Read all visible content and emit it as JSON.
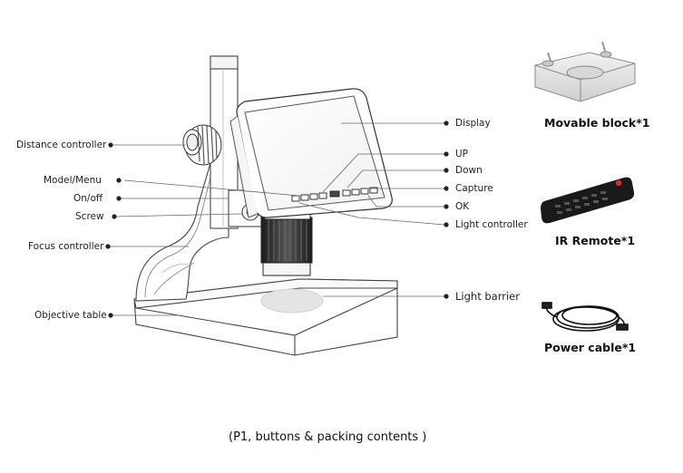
{
  "figure": {
    "caption": "(P1, buttons & packing contents )"
  },
  "callouts_left": [
    {
      "id": "distance",
      "label": "Distance controller"
    },
    {
      "id": "model",
      "label": "Model/Menu"
    },
    {
      "id": "onoff",
      "label": "On/off"
    },
    {
      "id": "screw",
      "label": "Screw"
    },
    {
      "id": "focus",
      "label": "Focus controller"
    },
    {
      "id": "objective",
      "label": "Objective table"
    }
  ],
  "callouts_right": [
    {
      "id": "display",
      "label": "Display"
    },
    {
      "id": "up",
      "label": "UP"
    },
    {
      "id": "down",
      "label": "Down"
    },
    {
      "id": "capture",
      "label": "Capture"
    },
    {
      "id": "ok",
      "label": "OK"
    },
    {
      "id": "light",
      "label": "Light controller"
    },
    {
      "id": "barrier",
      "label": "Light barrier"
    }
  ],
  "accessories": [
    {
      "id": "block",
      "label": "Movable block*1"
    },
    {
      "id": "remote",
      "label": "IR Remote*1"
    },
    {
      "id": "cable",
      "label": "Power cable*1"
    }
  ],
  "colors": {
    "line": "#555555",
    "dot": "#222222",
    "device_body": "#ffffff",
    "lens_dark": "#2a2a2a",
    "light_spot": "#e6e6e6",
    "remote_body": "#1a1a1a",
    "remote_red_button": "#d8302b"
  }
}
